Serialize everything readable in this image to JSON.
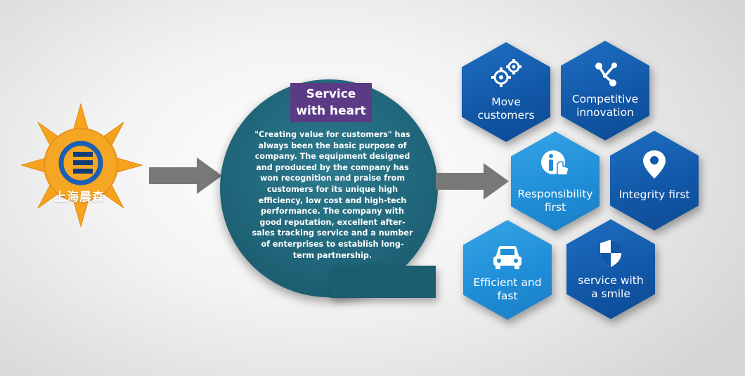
{
  "logo": {
    "text": "上海晨森"
  },
  "center": {
    "badge_line1": "Service",
    "badge_line2": "with heart",
    "body": "\"Creating value for customers\" has always been the basic purpose of company. The equipment designed and produced by the company has won recognition and praise from customers for its unique high efficiency, low cost and high-tech performance. The company with good reputation, excellent after-sales tracking service and a number of enterprises to establish long-term partnership."
  },
  "hexagons": [
    {
      "line1": "Move",
      "line2": "customers",
      "icon": "gears-icon"
    },
    {
      "line1": "Competitive",
      "line2": "innovation",
      "icon": "nodes-icon"
    },
    {
      "line1": "Responsibility",
      "line2": "first",
      "icon": "info-hand-icon"
    },
    {
      "line1": "Integrity first",
      "line2": "",
      "icon": "location-pin-icon"
    },
    {
      "line1": "Efficient and",
      "line2": "fast",
      "icon": "car-icon"
    },
    {
      "line1": "service with",
      "line2": "a smile",
      "icon": "shield-icon"
    }
  ],
  "colors": {
    "sun": "#f7a21d",
    "circle": "#1f6478",
    "badge": "#5b3a86",
    "hex_dark": "#1258a8",
    "hex_light": "#1f8fd8",
    "arrow": "#7a7a7a"
  }
}
